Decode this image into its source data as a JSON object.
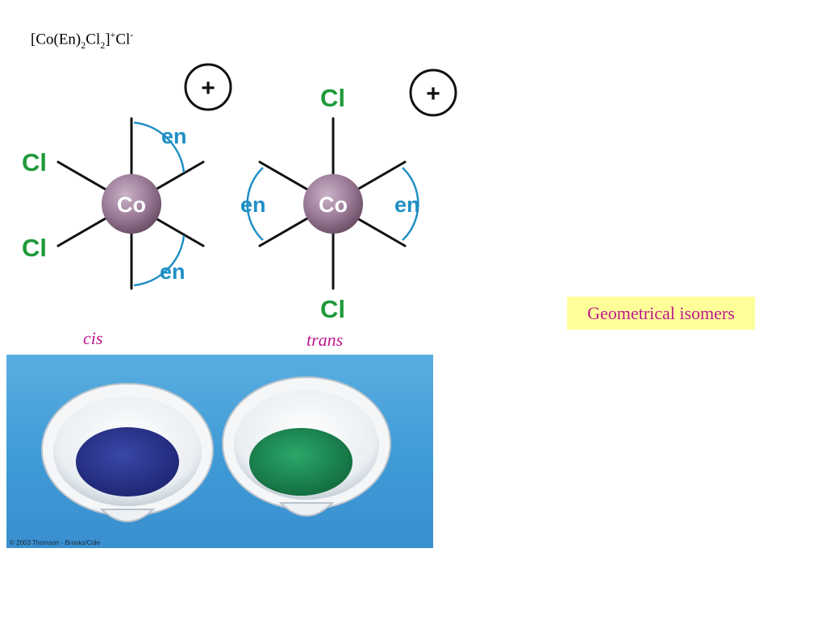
{
  "formula": {
    "prefix": "[Co(En)",
    "sub1": "2",
    "mid": "Cl",
    "sub2": "2",
    "close": "]",
    "sup1": "+",
    "anion": "Cl",
    "sup2": "-"
  },
  "cis": {
    "charge": "+",
    "metal": "Co",
    "labels": {
      "cl_top": "Cl",
      "cl_bottom": "Cl",
      "en_top": "en",
      "en_bottom": "en"
    },
    "name": "cis"
  },
  "trans": {
    "charge": "+",
    "metal": "Co",
    "labels": {
      "cl_top": "Cl",
      "cl_bottom": "Cl",
      "en_left": "en",
      "en_right": "en"
    },
    "name": "trans"
  },
  "tag": "Geometrical isomers",
  "photo": {
    "credit": "© 2003 Thomson - Brooks/Cole",
    "colors": {
      "background": "#4aa3dc",
      "cis_powder": "#2a3591",
      "trans_powder": "#1f8f55"
    }
  }
}
